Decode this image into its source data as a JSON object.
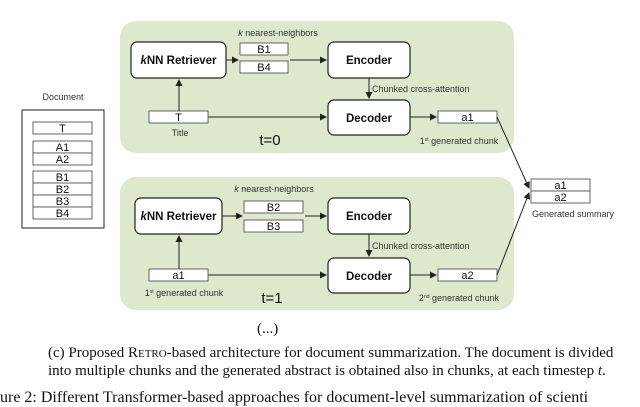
{
  "document": {
    "label": "Document",
    "chunks": [
      "T",
      "A1",
      "A2",
      "B1",
      "B2",
      "B3",
      "B4"
    ]
  },
  "step0": {
    "timestep": "t=0",
    "knn_label": "k nearest-neighbors",
    "knn_k": "k",
    "knn_rest": " nearest-neighbors",
    "retriever_k": "k",
    "retriever_rest": "NN Retriever",
    "neighbors": [
      "B1",
      "B4"
    ],
    "encoder": "Encoder",
    "cross_attention": "Chunked cross-attention",
    "decoder": "Decoder",
    "input": "T",
    "input_label": "Title",
    "output": "a1",
    "output_label_num": "1",
    "output_label_sup": "st",
    "output_label_rest": " generated chunk"
  },
  "step1": {
    "timestep": "t=1",
    "knn_k": "k",
    "knn_rest": " nearest-neighbors",
    "retriever_k": "k",
    "retriever_rest": "NN Retriever",
    "neighbors": [
      "B2",
      "B3"
    ],
    "encoder": "Encoder",
    "cross_attention": "Chunked cross-attention",
    "decoder": "Decoder",
    "input": "a1",
    "input_label_num": "1",
    "input_label_sup": "st",
    "input_label_rest": " generated chunk",
    "output": "a2",
    "output_label_num": "2",
    "output_label_sup": "nd",
    "output_label_rest": " generated chunk"
  },
  "summary": {
    "label": "Generated summary",
    "chunks": [
      "a1",
      "a2"
    ]
  },
  "ellipsis": "(...)",
  "caption": {
    "line1_a": "(c) Proposed ",
    "line1_retro": "Retro",
    "line1_b": "-based architecture for document summarization. The document is divided",
    "line2_a": "into multiple chunks and the generated abstract is obtained also in chunks, at each timestep ",
    "line2_t": "t",
    "line2_b": "."
  },
  "figure_caption_fragment": "ure 2: Different Transformer-based approaches for document-level summarization of scienti",
  "colors": {
    "panel": "#dde8cc"
  }
}
